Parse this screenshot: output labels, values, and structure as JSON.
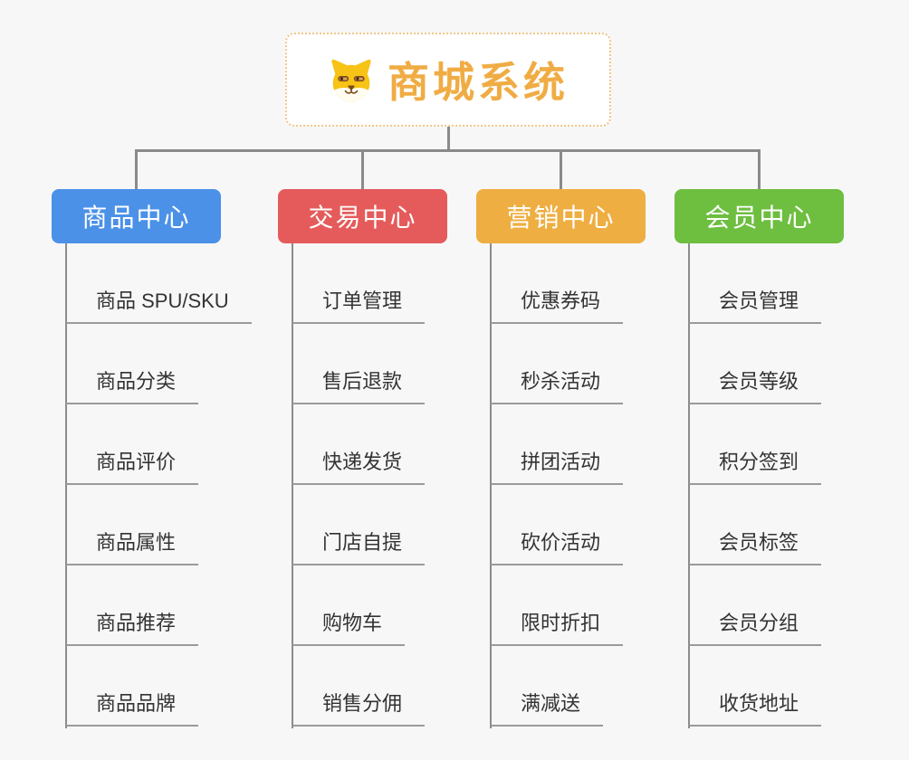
{
  "root": {
    "label": "商城系统",
    "icon": "dog-face-icon"
  },
  "branches": [
    {
      "label": "商品中心",
      "color": "#4b91e8",
      "items": [
        "商品 SPU/SKU",
        "商品分类",
        "商品评价",
        "商品属性",
        "商品推荐",
        "商品品牌"
      ]
    },
    {
      "label": "交易中心",
      "color": "#e55b5b",
      "items": [
        "订单管理",
        "售后退款",
        "快递发货",
        "门店自提",
        "购物车",
        "销售分佣"
      ]
    },
    {
      "label": "营销中心",
      "color": "#eeae41",
      "items": [
        "优惠券码",
        "秒杀活动",
        "拼团活动",
        "砍价活动",
        "限时折扣",
        "满减送"
      ]
    },
    {
      "label": "会员中心",
      "color": "#6ebe40",
      "items": [
        "会员管理",
        "会员等级",
        "积分签到",
        "会员标签",
        "会员分组",
        "收货地址"
      ]
    }
  ],
  "colors": {
    "background": "#f7f7f7",
    "connector": "#8a8a8a",
    "underline": "#9a9a9a",
    "item_text": "#333333",
    "root_text": "#f0ac44",
    "root_border": "#f2c689",
    "node_text": "#ffffff"
  }
}
